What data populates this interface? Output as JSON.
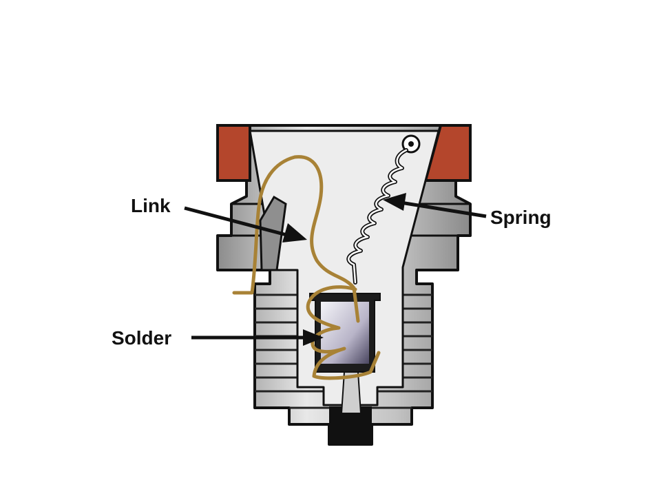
{
  "labels": {
    "link": "Link",
    "spring": "Spring",
    "solder": "Solder"
  },
  "colors": {
    "cap": "#b4462c",
    "metal_light": "#e6e6e6",
    "metal_mid": "#b9b9b9",
    "metal_dark": "#7d7d7d",
    "cavity": "#ededed",
    "link_wire": "#a88236",
    "outline": "#111111",
    "background": "#ffffff"
  }
}
